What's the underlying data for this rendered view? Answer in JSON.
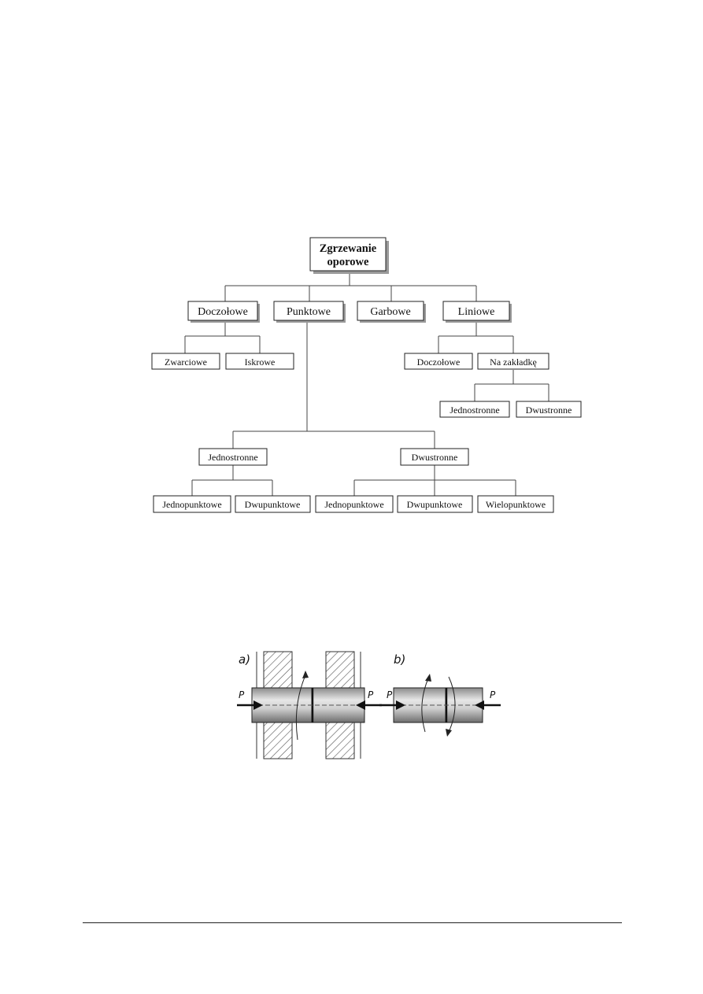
{
  "tree": {
    "root": {
      "lines": [
        "Zgrzewanie",
        "oporowe"
      ]
    },
    "level1": [
      "Doczołowe",
      "Punktowe",
      "Garbowe",
      "Liniowe"
    ],
    "doczolowe_children": [
      "Zwarciowe",
      "Iskrowe"
    ],
    "liniowe_children": [
      "Doczołowe",
      "Na zakładkę"
    ],
    "zakladka_children": [
      "Jednostronne",
      "Dwustronne"
    ],
    "punktowe_children": [
      "Jednostronne",
      "Dwustronne"
    ],
    "jednostronne_children": [
      "Jednopunktowe",
      "Dwupunktowe"
    ],
    "dwustronne_children": [
      "Jednopunktowe",
      "Dwupunktowe",
      "Wielopunktowe"
    ]
  },
  "weld_figure": {
    "panel_a": {
      "label": "a)",
      "force_left": "P",
      "force_right": "P"
    },
    "panel_b": {
      "label": "b)",
      "force_left": "P",
      "force_right": "P"
    }
  }
}
